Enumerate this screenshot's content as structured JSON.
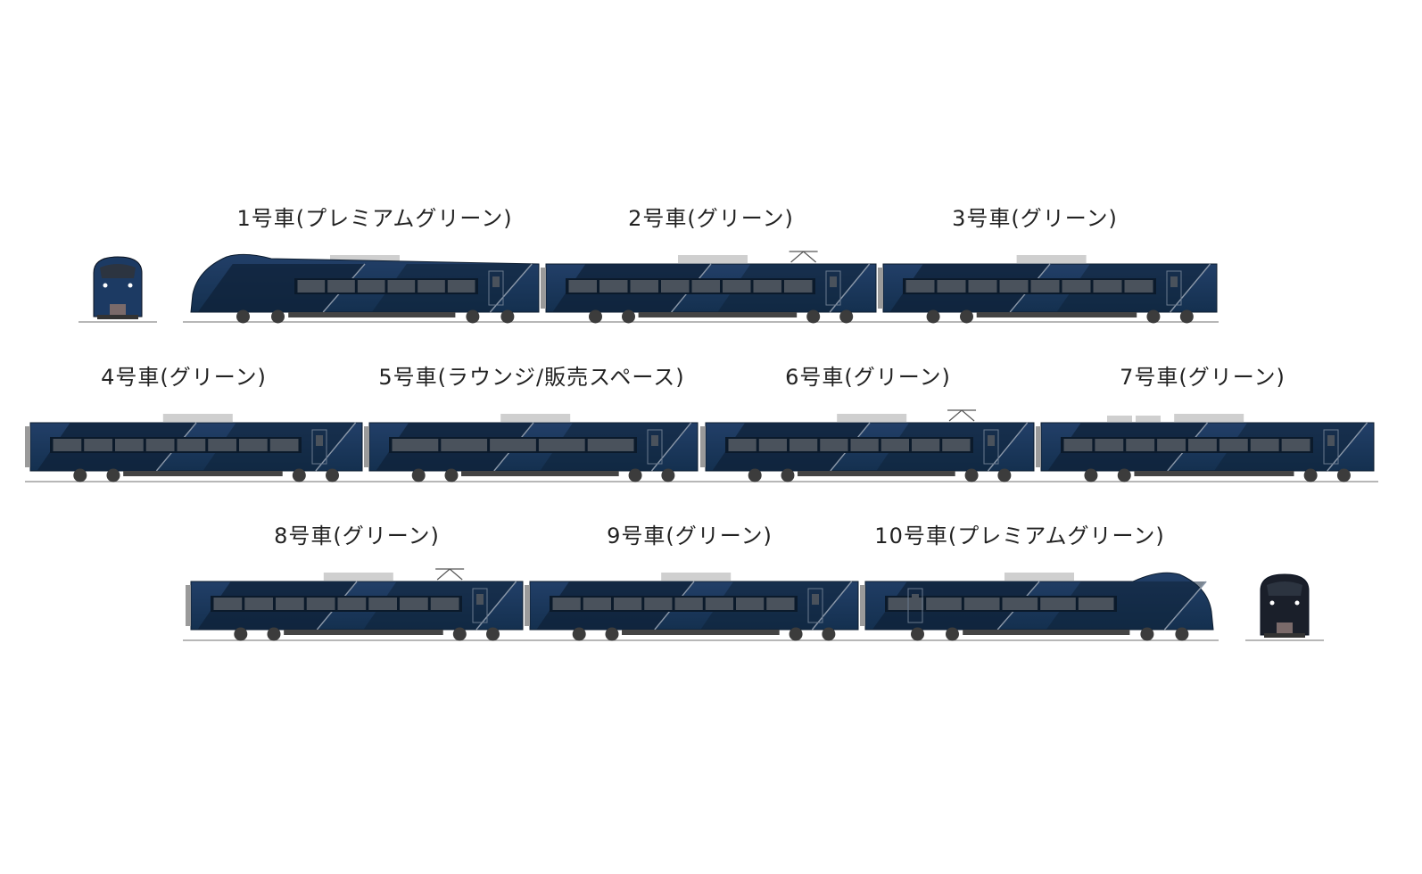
{
  "colors": {
    "body_navy": "#1c3a63",
    "body_dark": "#0f2238",
    "window": "#4a525c",
    "window_frame": "#0b1a2b",
    "stripe": "#8a97a8",
    "roof_unit": "#cfcfcf",
    "wheel": "#3c3c3c",
    "underfloor": "#444444",
    "rail": "#8c8c8c",
    "label": "#222222"
  },
  "cars": [
    {
      "label": "1号車(プレミアムグリーン)",
      "kind": "cab-left"
    },
    {
      "label": "2号車(グリーン)",
      "kind": "middle",
      "pantograph": true
    },
    {
      "label": "3号車(グリーン)",
      "kind": "end-right"
    },
    {
      "label": "4号車(グリーン)",
      "kind": "middle"
    },
    {
      "label": "5号車(ラウンジ/販売スペース)",
      "kind": "lounge"
    },
    {
      "label": "6号車(グリーン)",
      "kind": "middle",
      "pantograph": true
    },
    {
      "label": "7号車(グリーン)",
      "kind": "end-right"
    },
    {
      "label": "8号車(グリーン)",
      "kind": "middle",
      "pantograph": true
    },
    {
      "label": "9号車(グリーン)",
      "kind": "middle"
    },
    {
      "label": "10号車(プレミアムグリーン)",
      "kind": "cab-right"
    }
  ],
  "end_views": [
    {
      "name": "front-view-car-1"
    },
    {
      "name": "front-view-car-10"
    }
  ]
}
